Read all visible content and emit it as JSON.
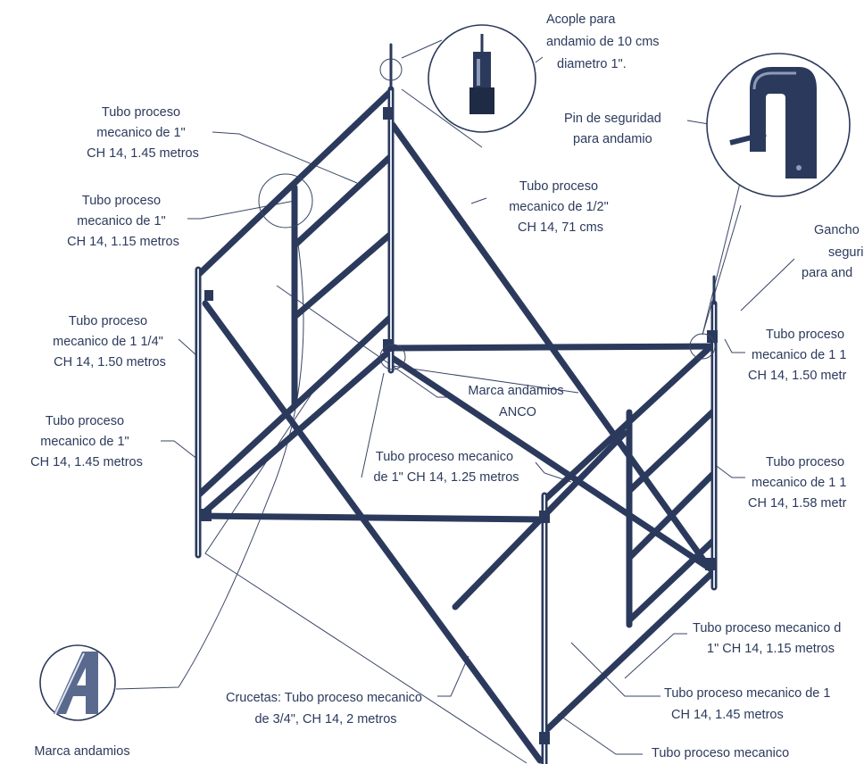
{
  "labels": {
    "acople": [
      "Acople para",
      "andamio de 10 cms",
      "diametro 1\"."
    ],
    "pin": [
      "Pin de seguridad",
      "para andamio"
    ],
    "gancho": [
      "Gancho",
      "segurid",
      "para and"
    ],
    "tubo_top_left": [
      "Tubo proceso",
      "mecanico de 1\"",
      "CH 14, 1.45 metros"
    ],
    "tubo_ladder": [
      "Tubo proceso",
      "mecanico de 1\"",
      "CH 14, 1.15 metros"
    ],
    "tubo_diag_top": [
      "Tubo proceso",
      "mecanico de 1/2\"",
      "CH 14, 71 cms"
    ],
    "tubo_post_left": [
      "Tubo proceso",
      "mecanico de 1 1/4\"",
      "CH 14, 1.50 metros"
    ],
    "tubo_post_right_top": [
      "Tubo proceso",
      "mecanico de 1 1",
      "CH 14, 1.50 metr"
    ],
    "marca_center": [
      "Marca andamios",
      "ANCO"
    ],
    "tubo_left_mid": [
      "Tubo proceso",
      "mecanico de 1\"",
      "CH 14, 1.45 metros"
    ],
    "tubo_center": [
      "Tubo proceso mecanico",
      "de 1\" CH 14, 1.25 metros"
    ],
    "tubo_right_mid": [
      "Tubo proceso",
      "mecanico de 1 1",
      "CH 14, 1.58 metr"
    ],
    "tubo_right_ladder": [
      "Tubo proceso mecanico d",
      "1\" CH 14, 1.15 metros"
    ],
    "tubo_right_low": [
      "Tubo proceso mecanico de 1",
      "CH 14, 1.45 metros"
    ],
    "crucetas": [
      "Crucetas: Tubo proceso mecanico",
      "de 3/4\", CH 14, 2 metros"
    ],
    "tubo_bottom": [
      "Tubo proceso mecanico"
    ],
    "marca_bottom": [
      "Marca andamios"
    ]
  },
  "colors": {
    "tube": "#2b3a5c",
    "text": "#2b3a5c",
    "background": "#ffffff"
  },
  "icons": [
    "coupler-icon",
    "safety-hook-icon",
    "anco-logo-icon"
  ]
}
